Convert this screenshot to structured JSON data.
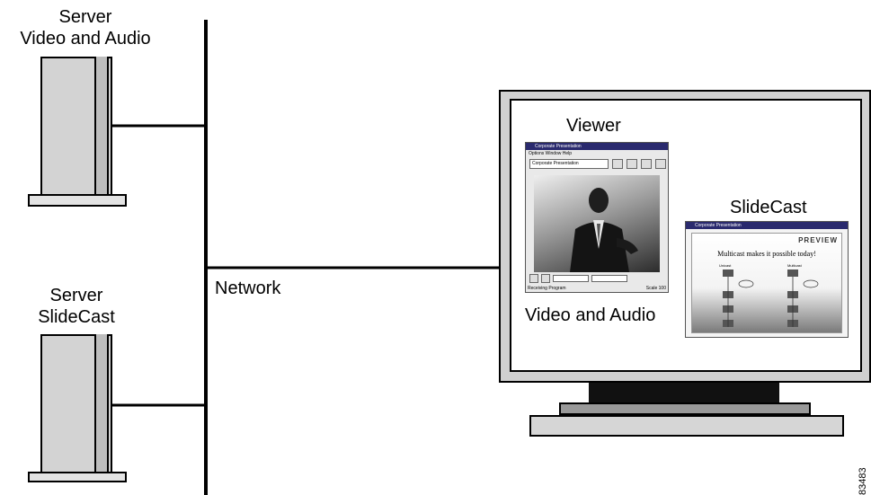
{
  "labels": {
    "server_video_line1": "Server",
    "server_video_line2": "Video and Audio",
    "server_slidecast_line1": "Server",
    "server_slidecast_line2": "SlideCast",
    "network": "Network",
    "viewer": "Viewer",
    "slidecast": "SlideCast",
    "video_and_audio": "Video and Audio",
    "figure_id": "83483"
  },
  "viewer_window": {
    "title": "Corporate Presentation",
    "menu": "Options  Window  Help",
    "dropdown": "Corporate Presentation",
    "status_left": "Receiving Program",
    "status_right": "Scale 100"
  },
  "slidecast_window": {
    "title": "Corporate Presentation",
    "brand": "PREVIEW",
    "heading": "Multicast makes it possible today!",
    "col_left": "Unicast",
    "col_right": "Multicast"
  },
  "colors": {
    "line": "#000000",
    "device_fill": "#d3d3d3",
    "monitor_bezel": "#d0d0d0",
    "window_title": "#2a2a6e"
  }
}
